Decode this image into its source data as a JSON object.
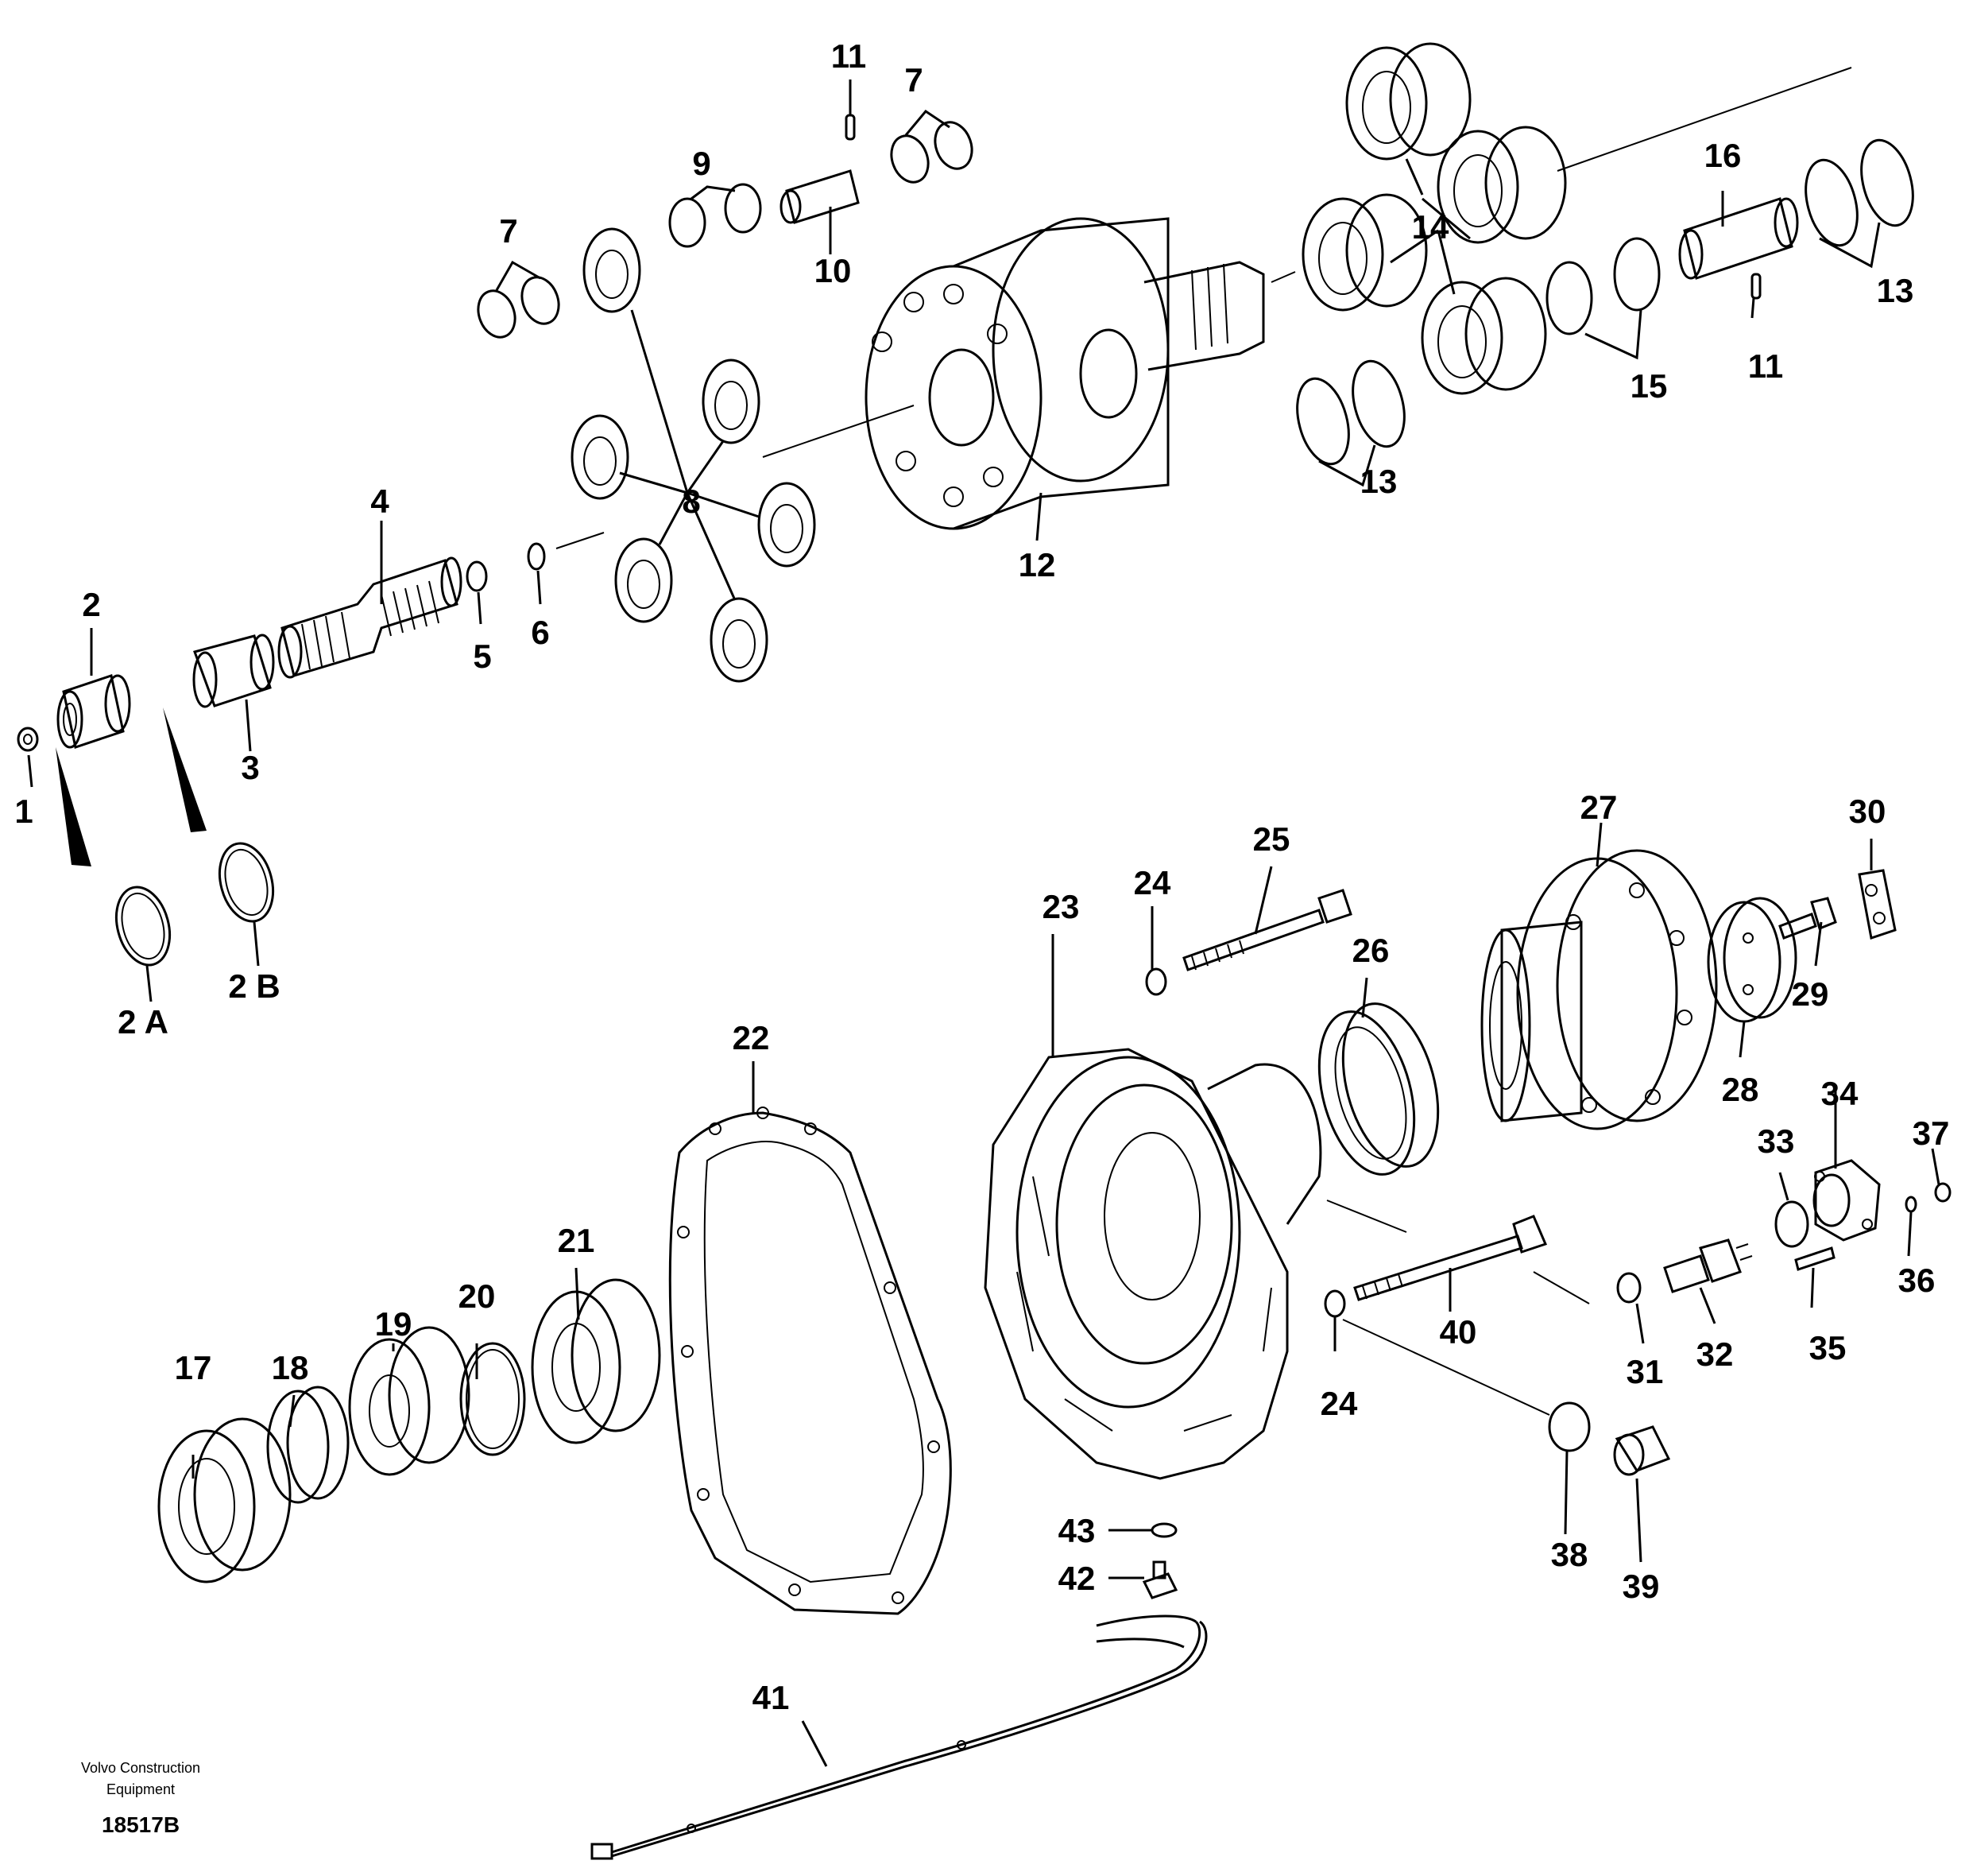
{
  "callouts": {
    "c1": "1",
    "c2": "2",
    "c2a": "2 A",
    "c2b": "2 B",
    "c3": "3",
    "c4": "4",
    "c5": "5",
    "c6": "6",
    "c7a": "7",
    "c7b": "7",
    "c8": "8",
    "c9": "9",
    "c10": "10",
    "c11a": "11",
    "c11b": "11",
    "c12": "12",
    "c13a": "13",
    "c13b": "13",
    "c14": "14",
    "c15": "15",
    "c16": "16",
    "c17": "17",
    "c18": "18",
    "c19": "19",
    "c20": "20",
    "c21": "21",
    "c22": "22",
    "c23": "23",
    "c24a": "24",
    "c24b": "24",
    "c25": "25",
    "c26": "26",
    "c27": "27",
    "c28": "28",
    "c29": "29",
    "c30": "30",
    "c31": "31",
    "c32": "32",
    "c33": "33",
    "c34": "34",
    "c35": "35",
    "c36": "36",
    "c37": "37",
    "c38": "38",
    "c39": "39",
    "c40": "40",
    "c41": "41",
    "c42": "42",
    "c43": "43"
  },
  "footer": {
    "publisher_line1": "Volvo Construction",
    "publisher_line2": "Equipment",
    "drawing_number": "18517B"
  }
}
